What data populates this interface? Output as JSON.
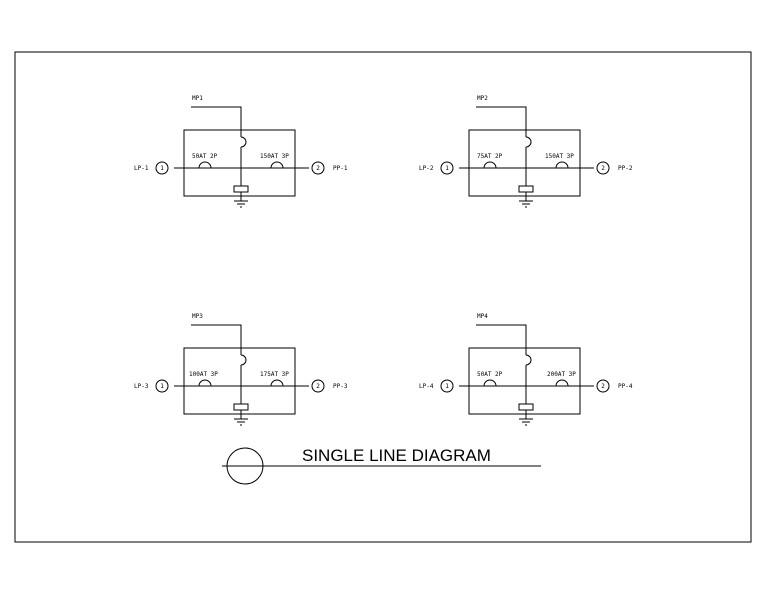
{
  "title": "SINGLE LINE DIAGRAM",
  "panels": [
    {
      "main": "MP1",
      "left_label": "LP-1",
      "left_num": "1",
      "right_num": "2",
      "right_label": "PP-1",
      "breaker_left": "50AT 2P",
      "breaker_right": "150AT 3P"
    },
    {
      "main": "MP2",
      "left_label": "LP-2",
      "left_num": "1",
      "right_num": "2",
      "right_label": "PP-2",
      "breaker_left": "75AT 2P",
      "breaker_right": "150AT 3P"
    },
    {
      "main": "MP3",
      "left_label": "LP-3",
      "left_num": "1",
      "right_num": "2",
      "right_label": "PP-3",
      "breaker_left": "100AT 3P",
      "breaker_right": "175AT 3P"
    },
    {
      "main": "MP4",
      "left_label": "LP-4",
      "left_num": "1",
      "right_num": "2",
      "right_label": "PP-4",
      "breaker_left": "50AT 2P",
      "breaker_right": "200AT 3P"
    }
  ]
}
